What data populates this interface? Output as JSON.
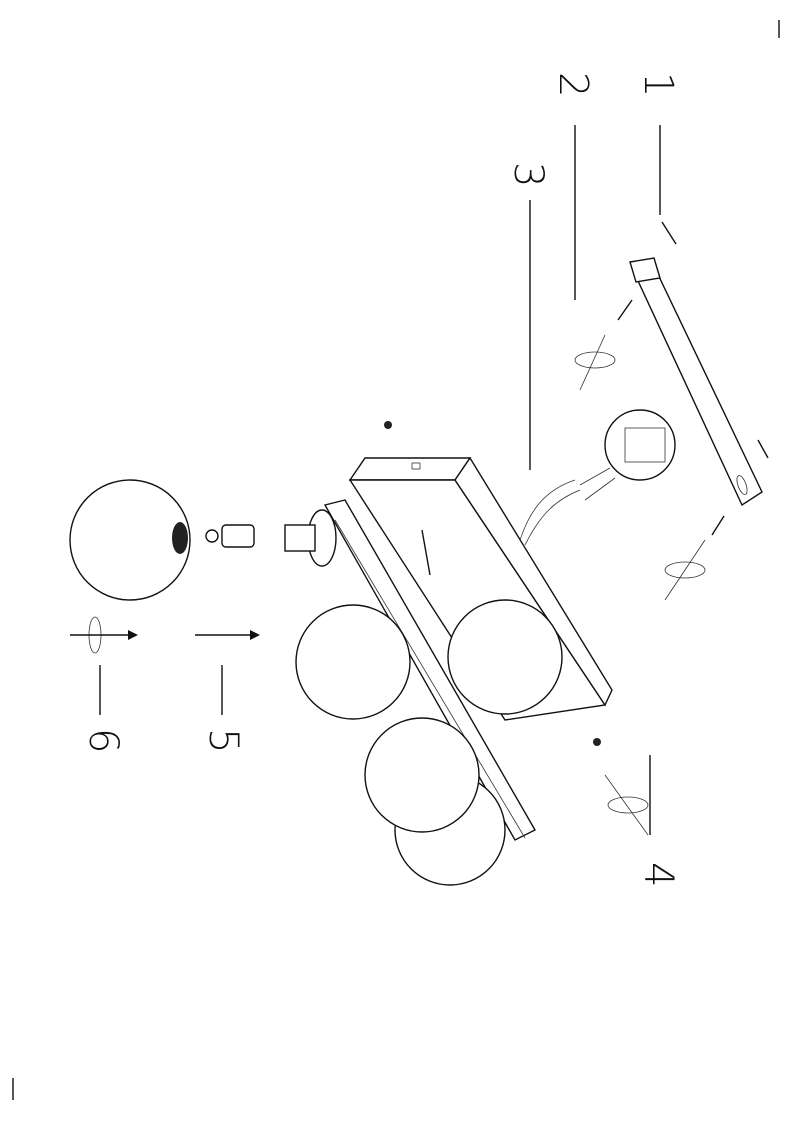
{
  "diagram": {
    "step_labels": [
      "1",
      "2",
      "3",
      "4",
      "5",
      "6"
    ]
  }
}
